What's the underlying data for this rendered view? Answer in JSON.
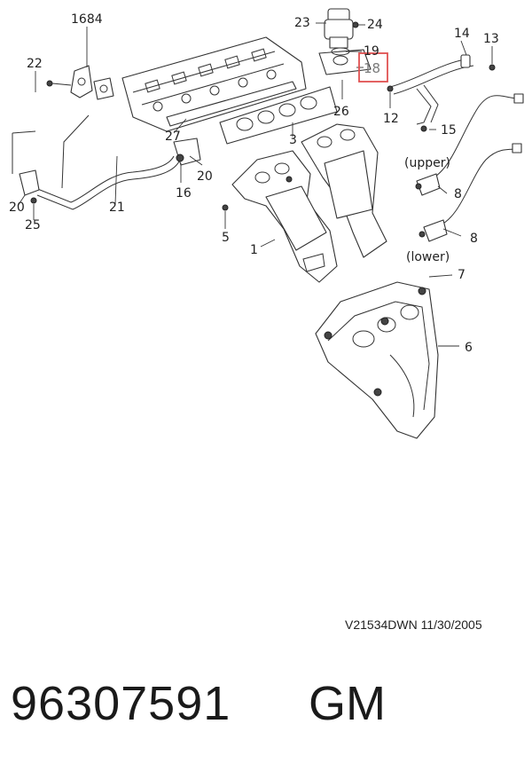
{
  "diagram": {
    "callouts": [
      {
        "id": "c1684",
        "label": "1684"
      },
      {
        "id": "c22",
        "label": "22"
      },
      {
        "id": "c23",
        "label": "23"
      },
      {
        "id": "c24",
        "label": "24"
      },
      {
        "id": "c19",
        "label": "19"
      },
      {
        "id": "c18",
        "label": "18",
        "highlighted": true
      },
      {
        "id": "c14",
        "label": "14"
      },
      {
        "id": "c13",
        "label": "13"
      },
      {
        "id": "c26",
        "label": "26"
      },
      {
        "id": "c12",
        "label": "12"
      },
      {
        "id": "c15",
        "label": "15"
      },
      {
        "id": "c27",
        "label": "27"
      },
      {
        "id": "c3",
        "label": "3"
      },
      {
        "id": "c20a",
        "label": "20"
      },
      {
        "id": "c16",
        "label": "16"
      },
      {
        "id": "c20b",
        "label": "20"
      },
      {
        "id": "c21",
        "label": "21"
      },
      {
        "id": "c25",
        "label": "25"
      },
      {
        "id": "c5",
        "label": "5"
      },
      {
        "id": "c1",
        "label": "1"
      },
      {
        "id": "c8a",
        "label": "8"
      },
      {
        "id": "c8b",
        "label": "8"
      },
      {
        "id": "c7",
        "label": "7"
      },
      {
        "id": "c6",
        "label": "6"
      }
    ],
    "sensor_labels": {
      "upper": "(upper)",
      "lower": "(lower)"
    },
    "highlight_color": "#e05050"
  },
  "footer": {
    "drawing_code": "V21534DWN  11/30/2005",
    "part_number": "96307591",
    "brand": "GM"
  }
}
